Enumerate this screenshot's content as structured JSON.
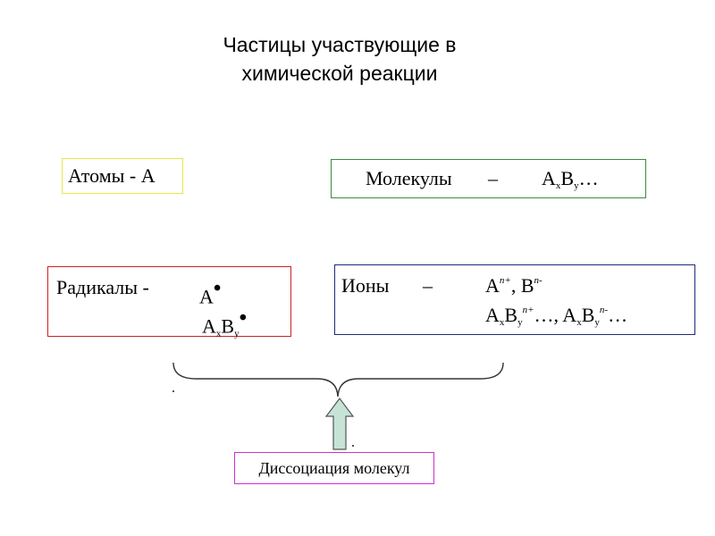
{
  "title": {
    "line1": "Частицы участвующие в",
    "line2": "химической реакции"
  },
  "atoms": {
    "text": "Атомы - А"
  },
  "molecules": {
    "label": "Молекулы",
    "dash": "–",
    "f_a": "A",
    "f_x": "x",
    "f_b": "B",
    "f_y": "y",
    "f_tail": "…"
  },
  "radicals": {
    "label": "Радикалы -",
    "f1_a": "A",
    "f1_dot": "•",
    "f2_a": "A",
    "f2_x": "x",
    "f2_b": "B",
    "f2_y": "y",
    "f2_dot": "•"
  },
  "ions": {
    "label": "Ионы",
    "dash": "–",
    "l1_a": "A",
    "l1_sup1": "n+",
    "l1_mid": ", B",
    "l1_sup2": "n-",
    "l2_a": "A",
    "l2_x": "x",
    "l2_b": "B",
    "l2_y": "y",
    "l2_sup1": "n+",
    "l2_mid": "…, A",
    "l2_x2": "x",
    "l2_b2": "B",
    "l2_y2": "y",
    "l2_sup2": "n-",
    "l2_tail": "…"
  },
  "dissociation": {
    "text": "Диссоциация молекул"
  },
  "colors": {
    "atoms_border": "#e8e84a",
    "molecules_border": "#3c8a44",
    "radicals_border": "#cc2222",
    "ions_border": "#1e2a78",
    "dissociation_border": "#cc33cc",
    "arrow_fill": "#c6e4d6",
    "arrow_stroke": "#555555"
  }
}
